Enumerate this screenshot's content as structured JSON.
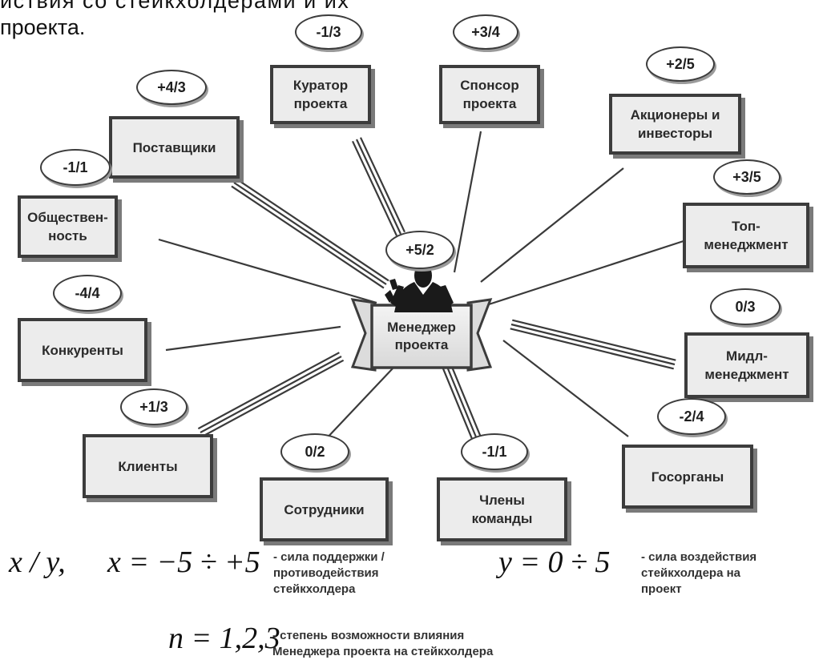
{
  "intro": {
    "line1": "йствия со стейкхолдерами и их",
    "line2": "проекта."
  },
  "center": {
    "label": "Менеджер\nпроекта",
    "score": "+5/2"
  },
  "stakeholders": [
    {
      "id": "kurator",
      "label": "Куратор\nпроекта",
      "score": "-1/3"
    },
    {
      "id": "sponsor",
      "label": "Спонсор\nпроекта",
      "score": "+3/4"
    },
    {
      "id": "aktsionery",
      "label": "Акционеры и\nинвесторы",
      "score": "+2/5"
    },
    {
      "id": "postavshchiki",
      "label": "Поставщики",
      "score": "+4/3"
    },
    {
      "id": "obshchestvennost",
      "label": "Обществен-\nность",
      "score": "-1/1"
    },
    {
      "id": "top",
      "label": "Топ-\nменеджмент",
      "score": "+3/5"
    },
    {
      "id": "konkurenty",
      "label": "Конкуренты",
      "score": "-4/4"
    },
    {
      "id": "midl",
      "label": "Мидл-\nменеджмент",
      "score": "0/3"
    },
    {
      "id": "klienty",
      "label": "Клиенты",
      "score": "+1/3"
    },
    {
      "id": "gosorgany",
      "label": "Госорганы",
      "score": "-2/4"
    },
    {
      "id": "sotrudniki",
      "label": "Сотрудники",
      "score": "0/2"
    },
    {
      "id": "chleny",
      "label": "Члены\nкоманды",
      "score": "-1/1"
    }
  ],
  "legend": {
    "f1_left": "x / y,",
    "f1_right": "x = −5 ÷ +5",
    "note1": "- сила поддержки /\nпротиводействия\nстейкхолдера",
    "f2": "y = 0 ÷ 5",
    "note2": "- сила воздействия\nстейкхолдера на\nпроект",
    "f3": "n = 1,2,3",
    "note3": "- степень возможности влияния\nМенеджера проекта на стейкхолдера"
  },
  "colors": {
    "box_fill": "#ececec",
    "border": "#3c3c3c",
    "shadow": "#7a7a7a",
    "line": "#3a3a3a"
  },
  "icons": {
    "manager": "businessman-figure-icon"
  }
}
